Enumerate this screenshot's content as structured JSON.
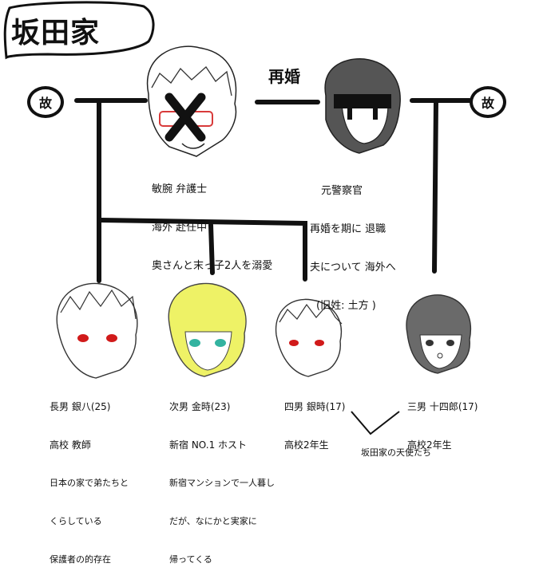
{
  "title": "坂田家",
  "marriage_label": "再婚",
  "deceased_label": "故",
  "father": {
    "lines": [
      "敏腕 弁護士",
      "海外 赴任中",
      "奥さんと末っ子2人を溺愛"
    ]
  },
  "stepmother": {
    "lines": [
      "元警察官",
      "再婚を期に 退職",
      "夫について 海外へ",
      "(旧姓: 土方 )"
    ]
  },
  "children": [
    {
      "lines": [
        "長男 銀八(25)",
        "高校 教師",
        "日本の家で弟たちと",
        "くらしている",
        "保護者の的存在"
      ],
      "hair": "#ffffff",
      "eye": "#d11a1a"
    },
    {
      "lines": [
        "次男 金時(23)",
        "新宿 NO.1 ホスト",
        "新宿マンションで一人暮し",
        "だが、なにかと実家に",
        "帰ってくる"
      ],
      "hair": "#eef266",
      "eye": "#33b3a0"
    },
    {
      "lines": [
        "四男 銀時(17)",
        "高校2年生"
      ],
      "hair": "#ffffff",
      "eye": "#d11a1a"
    },
    {
      "lines": [
        "三男 十四郎(17)",
        "高校2年生"
      ],
      "hair": "#6a6a6a",
      "eye": "#333333"
    }
  ],
  "caption": "坂田家の天使たち",
  "colors": {
    "line": "#111111",
    "father_glasses": "#d83a3a",
    "stepmother_hair": "#555555"
  }
}
